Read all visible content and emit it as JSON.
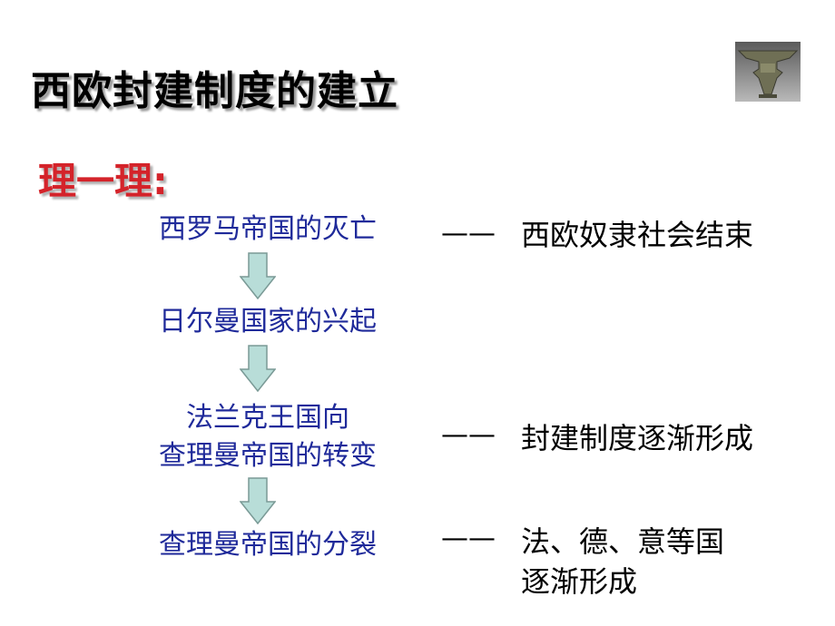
{
  "title": "西欧封建制度的建立",
  "subtitle": "理一理:",
  "steps": [
    "西罗马帝国的灭亡",
    "日尔曼国家的兴起",
    "法兰克王国向",
    "查理曼帝国的转变",
    "查理曼帝国的分裂"
  ],
  "dash": "——",
  "results": [
    "西欧奴隶社会结束",
    "封建制度逐渐形成",
    "法、德、意等国",
    "逐渐形成"
  ],
  "colors": {
    "step_text": "#1f2a9a",
    "arrow_fill": "#b8ddd8",
    "title_shadow": "#9a9a9a",
    "subtitle": "#d4232a"
  },
  "logo_icon": "bronze-vessel-icon"
}
